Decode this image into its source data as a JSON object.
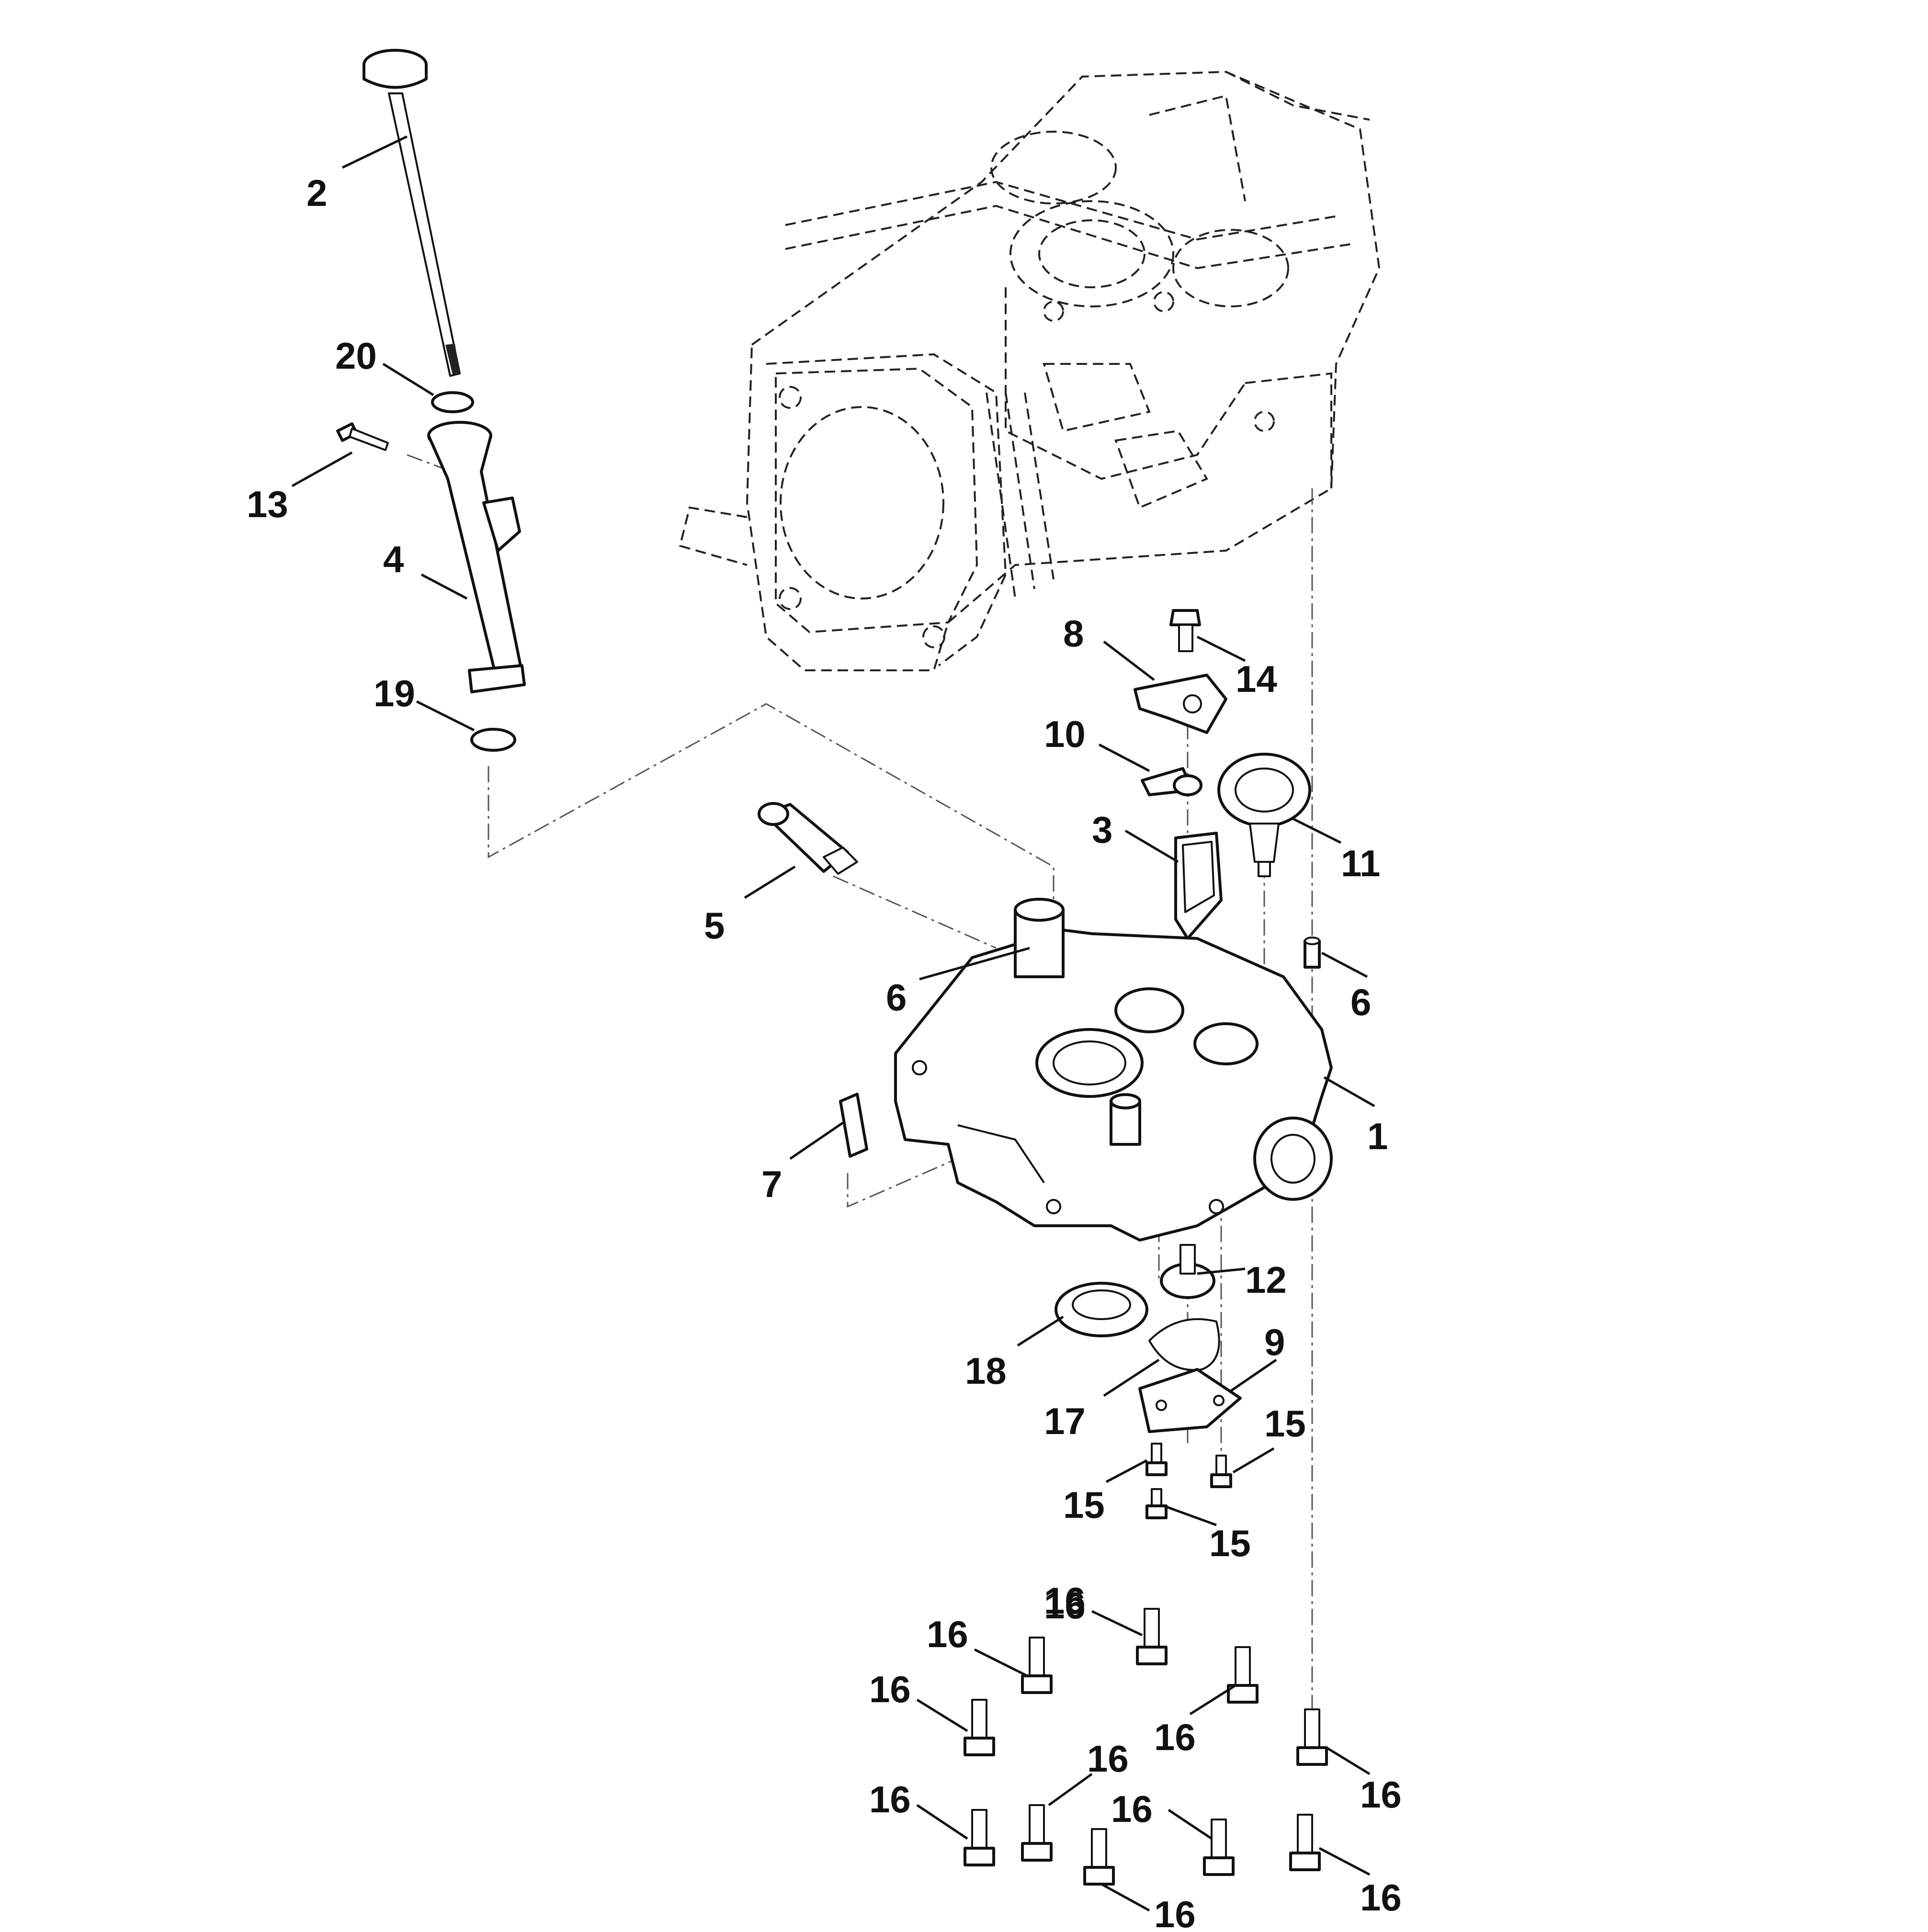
{
  "callouts": [
    {
      "id": "2",
      "text": "2"
    },
    {
      "id": "20",
      "text": "20"
    },
    {
      "id": "13",
      "text": "13"
    },
    {
      "id": "4",
      "text": "4"
    },
    {
      "id": "19",
      "text": "19"
    },
    {
      "id": "8",
      "text": "8"
    },
    {
      "id": "14",
      "text": "14"
    },
    {
      "id": "10",
      "text": "10"
    },
    {
      "id": "11",
      "text": "11"
    },
    {
      "id": "3",
      "text": "3"
    },
    {
      "id": "5",
      "text": "5"
    },
    {
      "id": "6a",
      "text": "6"
    },
    {
      "id": "6b",
      "text": "6"
    },
    {
      "id": "1",
      "text": "1"
    },
    {
      "id": "7",
      "text": "7"
    },
    {
      "id": "12",
      "text": "12"
    },
    {
      "id": "18",
      "text": "18"
    },
    {
      "id": "9",
      "text": "9"
    },
    {
      "id": "17",
      "text": "17"
    },
    {
      "id": "15a",
      "text": "15"
    },
    {
      "id": "15b",
      "text": "15"
    },
    {
      "id": "15c",
      "text": "15"
    },
    {
      "id": "16a",
      "text": "16"
    },
    {
      "id": "16b",
      "text": "16"
    },
    {
      "id": "16c",
      "text": "16"
    },
    {
      "id": "16d",
      "text": "16"
    },
    {
      "id": "16e",
      "text": "16"
    },
    {
      "id": "16f",
      "text": "16"
    },
    {
      "id": "16g",
      "text": "16"
    },
    {
      "id": "16h",
      "text": "16"
    },
    {
      "id": "16i",
      "text": "16"
    },
    {
      "id": "16j",
      "text": "16"
    },
    {
      "id": "16k",
      "text": "16"
    }
  ]
}
